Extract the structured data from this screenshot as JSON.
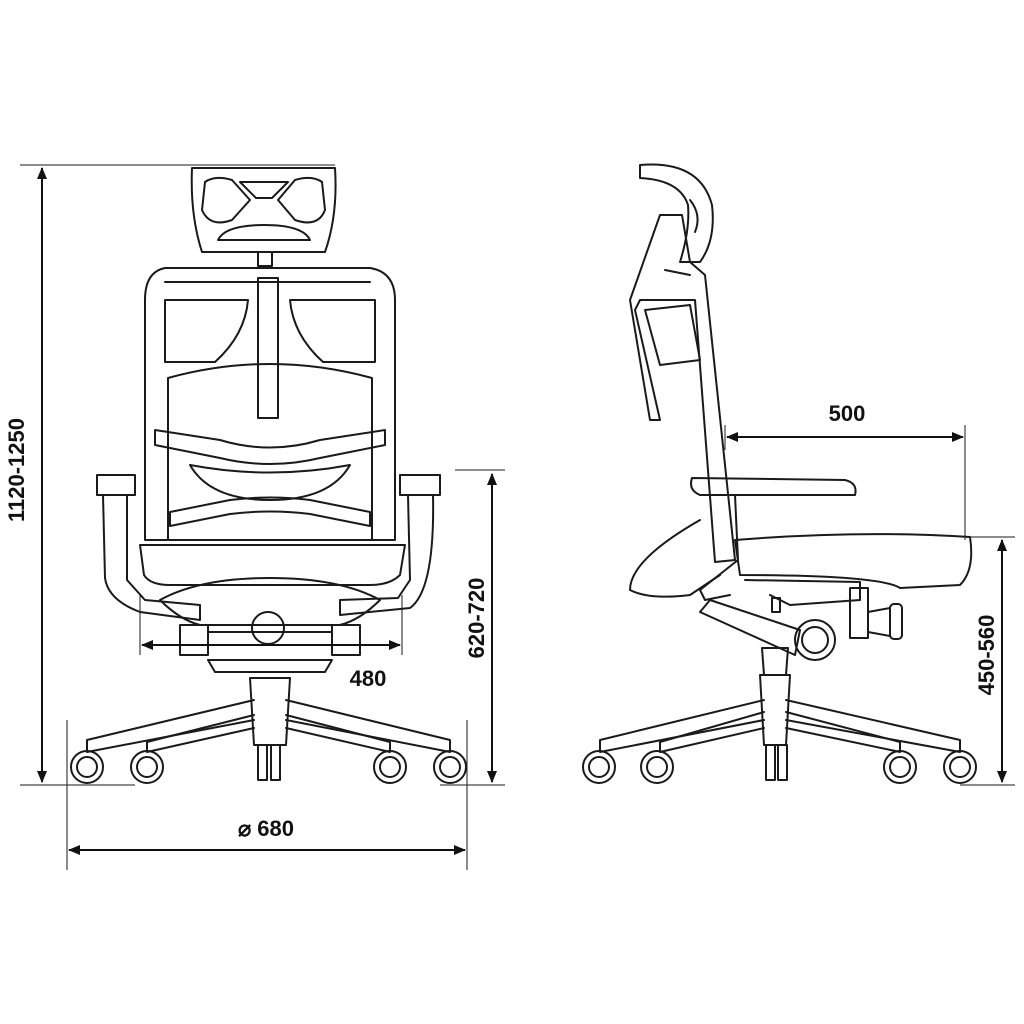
{
  "dimensions": {
    "total_height": "1120-1250",
    "armrest_height": "620-720",
    "seat_width": "480",
    "base_diameter": "⌀ 680",
    "seat_depth": "500",
    "seat_height": "450-560"
  },
  "colors": {
    "line": "#1a1a1a",
    "background": "#ffffff"
  }
}
